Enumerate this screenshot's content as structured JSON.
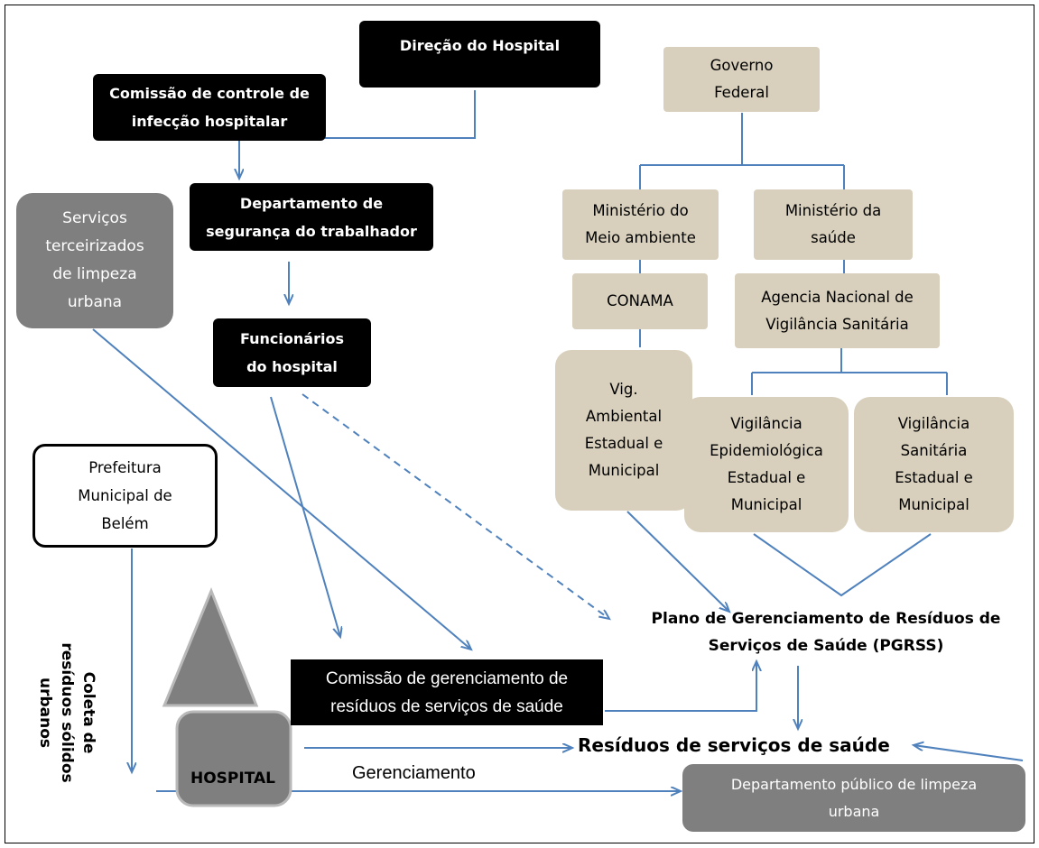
{
  "nodes": {
    "direcao": "Direção do Hospital",
    "comissao_infeccao": [
      "Comissão de controle de",
      "infecção hospitalar"
    ],
    "departamento_seguranca": [
      "Departamento de",
      "segurança do trabalhador"
    ],
    "funcionarios": [
      "Funcionários",
      "do hospital"
    ],
    "servicos_terceirizados": [
      "Serviços",
      "terceirizados",
      "de limpeza",
      "urbana"
    ],
    "prefeitura": [
      "Prefeitura",
      "Municipal de",
      "Belém"
    ],
    "governo_federal": [
      "Governo",
      "Federal"
    ],
    "ministerio_meio_ambiente": [
      "Ministério do",
      "Meio ambiente"
    ],
    "ministerio_saude": [
      "Ministério da",
      "saúde"
    ],
    "conama": "CONAMA",
    "anvisa": [
      "Agencia Nacional de",
      "Vigilância Sanitária"
    ],
    "vig_ambiental": [
      "Vig.",
      "Ambiental",
      "Estadual e",
      "Municipal"
    ],
    "vig_epidemiologica": [
      "Vigilância",
      "Epidemiológica",
      "Estadual e",
      "Municipal"
    ],
    "vig_sanitaria": [
      "Vigilância",
      "Sanitária",
      "Estadual e",
      "Municipal"
    ],
    "pgrss": [
      "Plano de Gerenciamento de Resíduos de",
      "Serviços de Saúde (PGRSS)"
    ],
    "comissao_gerenciamento": [
      "Comissão de gerenciamento de",
      "resíduos de serviços de saúde"
    ],
    "residuos": "Resíduos de serviços de saúde",
    "hospital": "HOSPITAL",
    "departamento_publico": [
      "Departamento público de limpeza",
      "urbana"
    ]
  },
  "labels": {
    "gerenciamento": "Gerenciamento",
    "coleta": [
      "Coleta de",
      "resíduos sólidos",
      "urbanos"
    ]
  },
  "colors": {
    "black_box": "#000000",
    "tan_box": "#d8d0bc",
    "gray_box": "#7f7f7f",
    "connector": "#4f81bd"
  }
}
